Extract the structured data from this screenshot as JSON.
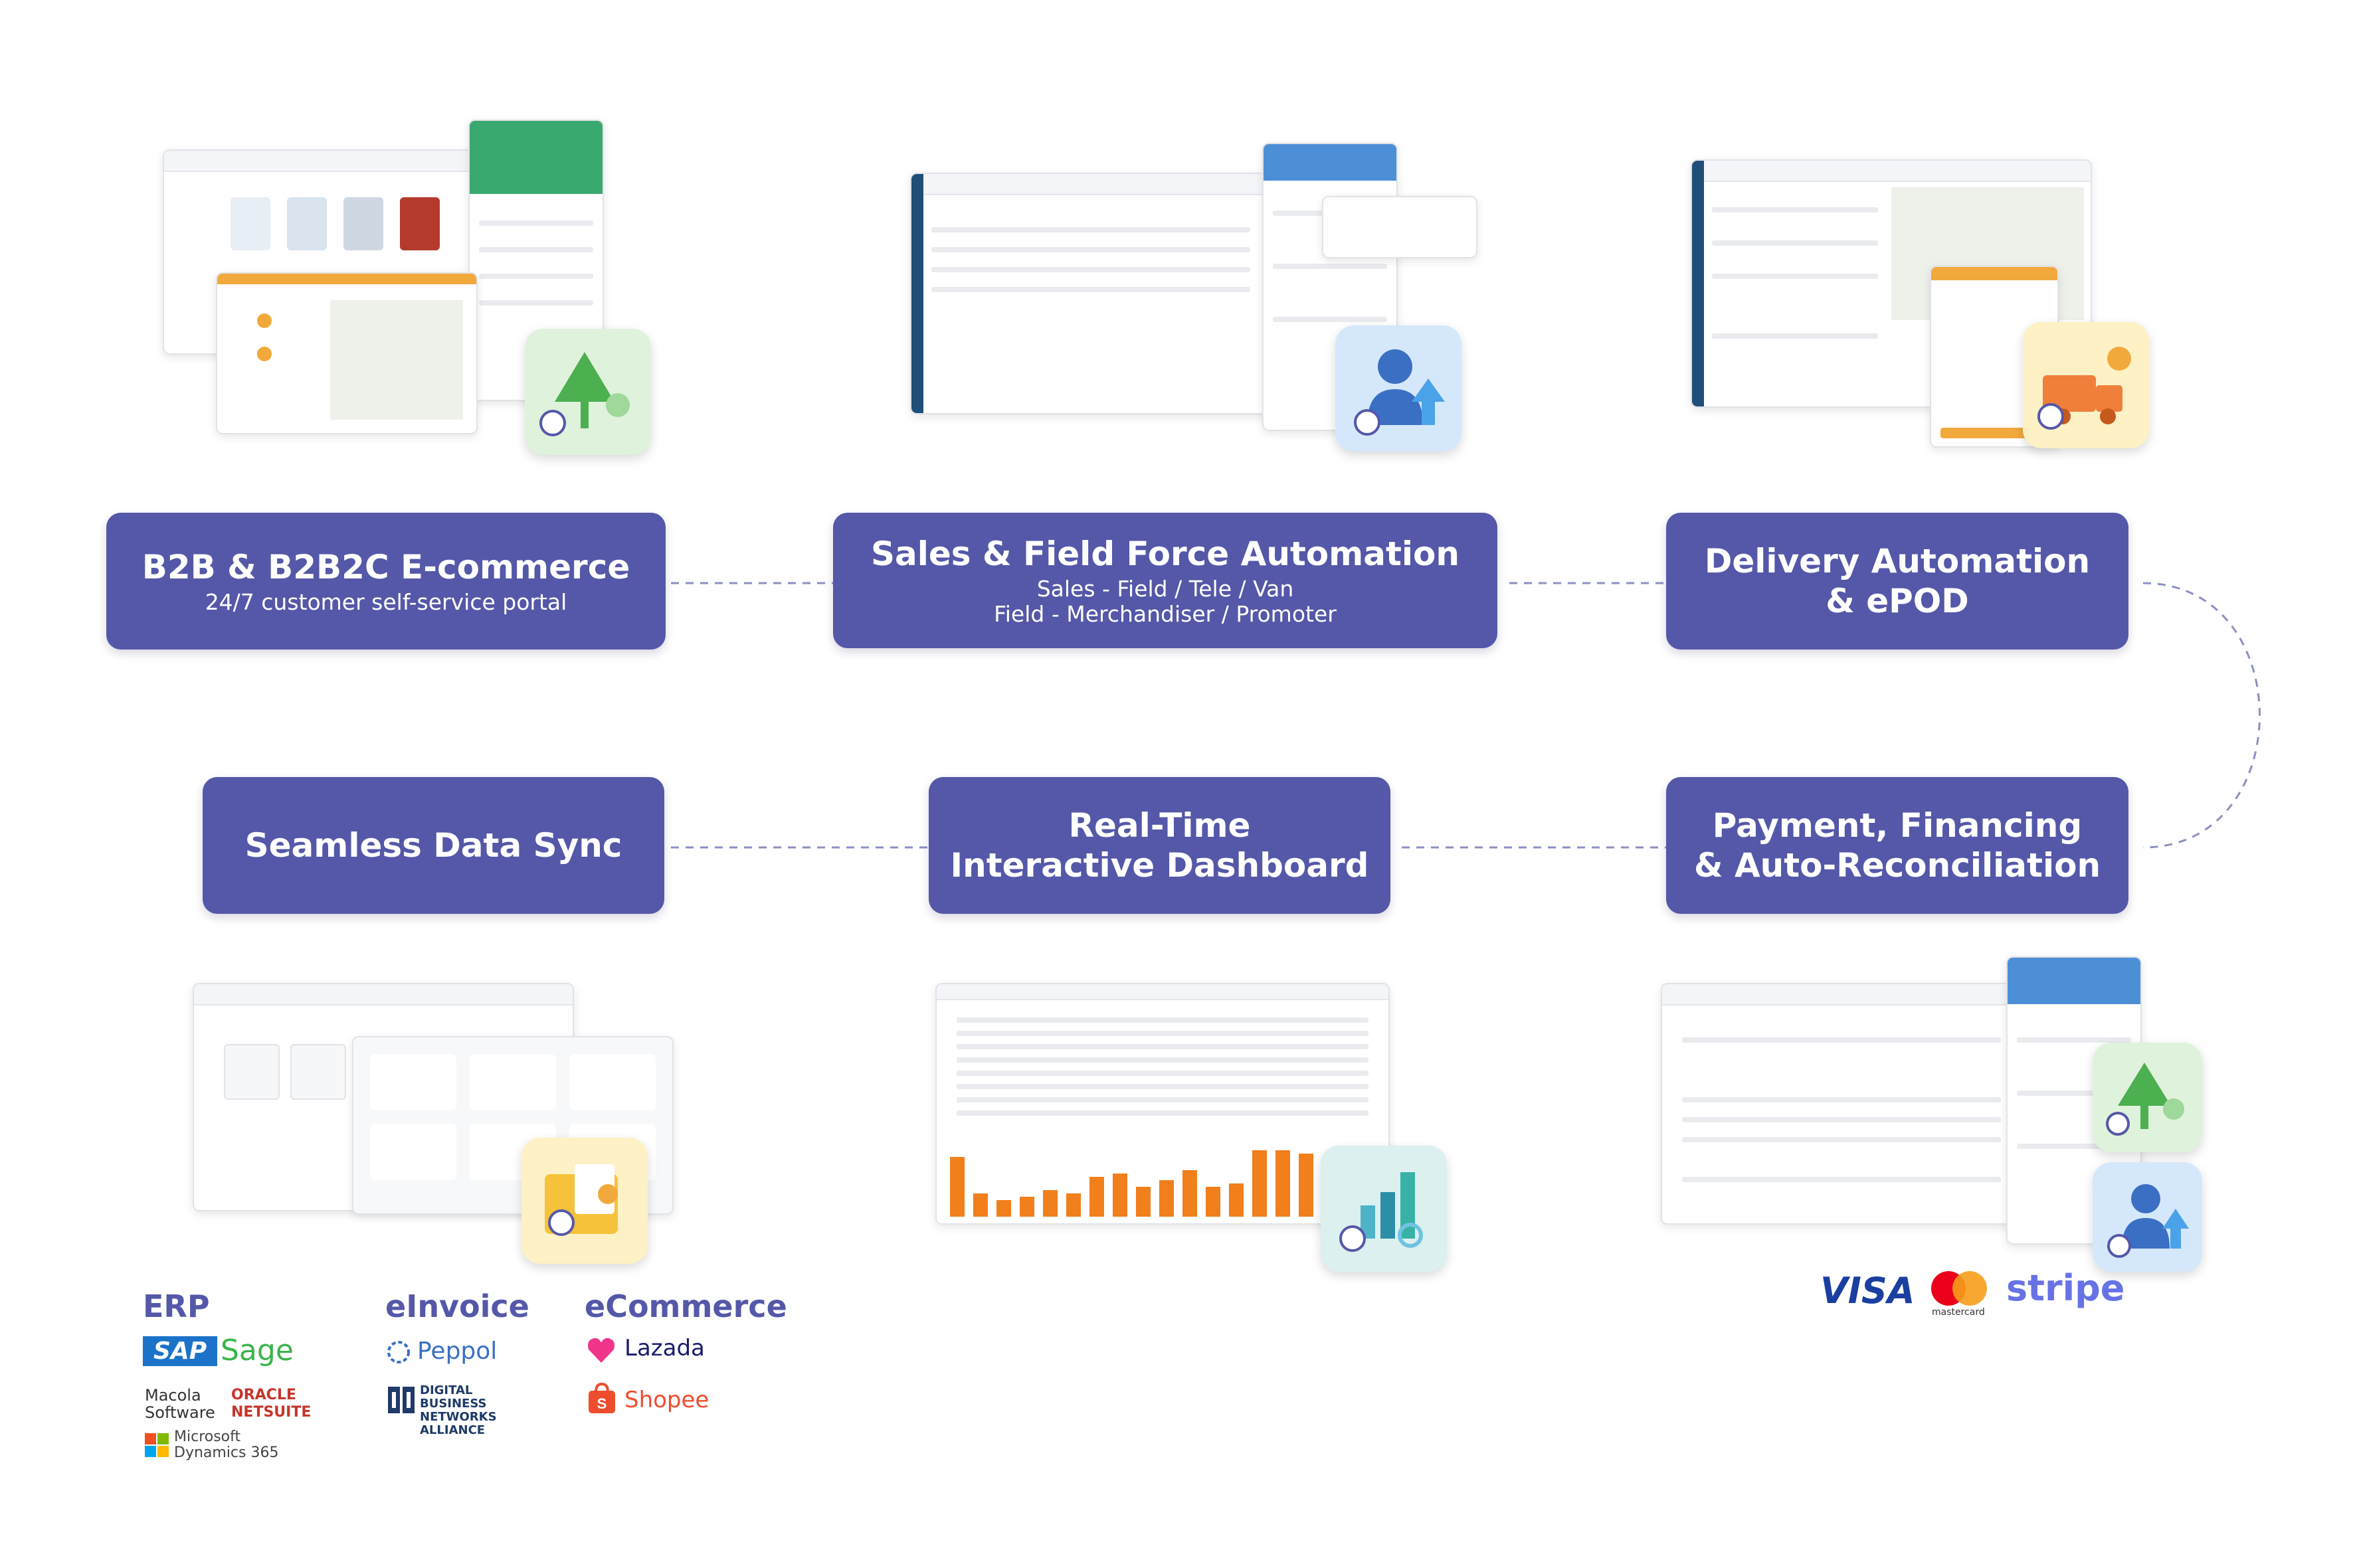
{
  "boxes": {
    "ecommerce": {
      "title": "B2B & B2B2C E-commerce",
      "subtitle": "24/7 customer self-service portal"
    },
    "sales": {
      "title": "Sales & Field Force Automation",
      "line1": "Sales - Field / Tele / Van",
      "line2": "Field - Merchandiser / Promoter"
    },
    "delivery": {
      "line1": "Delivery Automation",
      "line2": "& ePOD"
    },
    "datasync": {
      "title": "Seamless Data Sync"
    },
    "dashboard": {
      "line1": "Real-Time",
      "line2": "Interactive Dashboard"
    },
    "payment": {
      "line1": "Payment, Financing",
      "line2": "& Auto-Reconciliation"
    }
  },
  "integrations": {
    "erp": {
      "heading": "ERP",
      "logos": [
        "SAP",
        "Sage",
        "Macola Software",
        "ORACLE NETSUITE",
        "Microsoft Dynamics 365"
      ]
    },
    "einvoice": {
      "heading": "eInvoice",
      "logos": [
        "Peppol",
        "DIGITAL BUSINESS NETWORKS ALLIANCE"
      ]
    },
    "ecommerce": {
      "heading": "eCommerce",
      "logos": [
        "Lazada",
        "Shopee"
      ]
    }
  },
  "payment_logos": [
    "VISA",
    "mastercard",
    "stripe"
  ],
  "colors": {
    "box": "#5558a8",
    "connector": "#8c8fc4",
    "tile_green": "#dff2dc",
    "tile_blue": "#d5e7fb",
    "tile_yellow": "#fdf1c5",
    "tile_teal": "#dbf0ef"
  },
  "icons": [
    "ecommerce-tree-icon",
    "sales-person-icon",
    "delivery-truck-icon",
    "data-folder-icon",
    "dashboard-chart-icon",
    "payment-tree-icon",
    "payment-person-icon"
  ]
}
